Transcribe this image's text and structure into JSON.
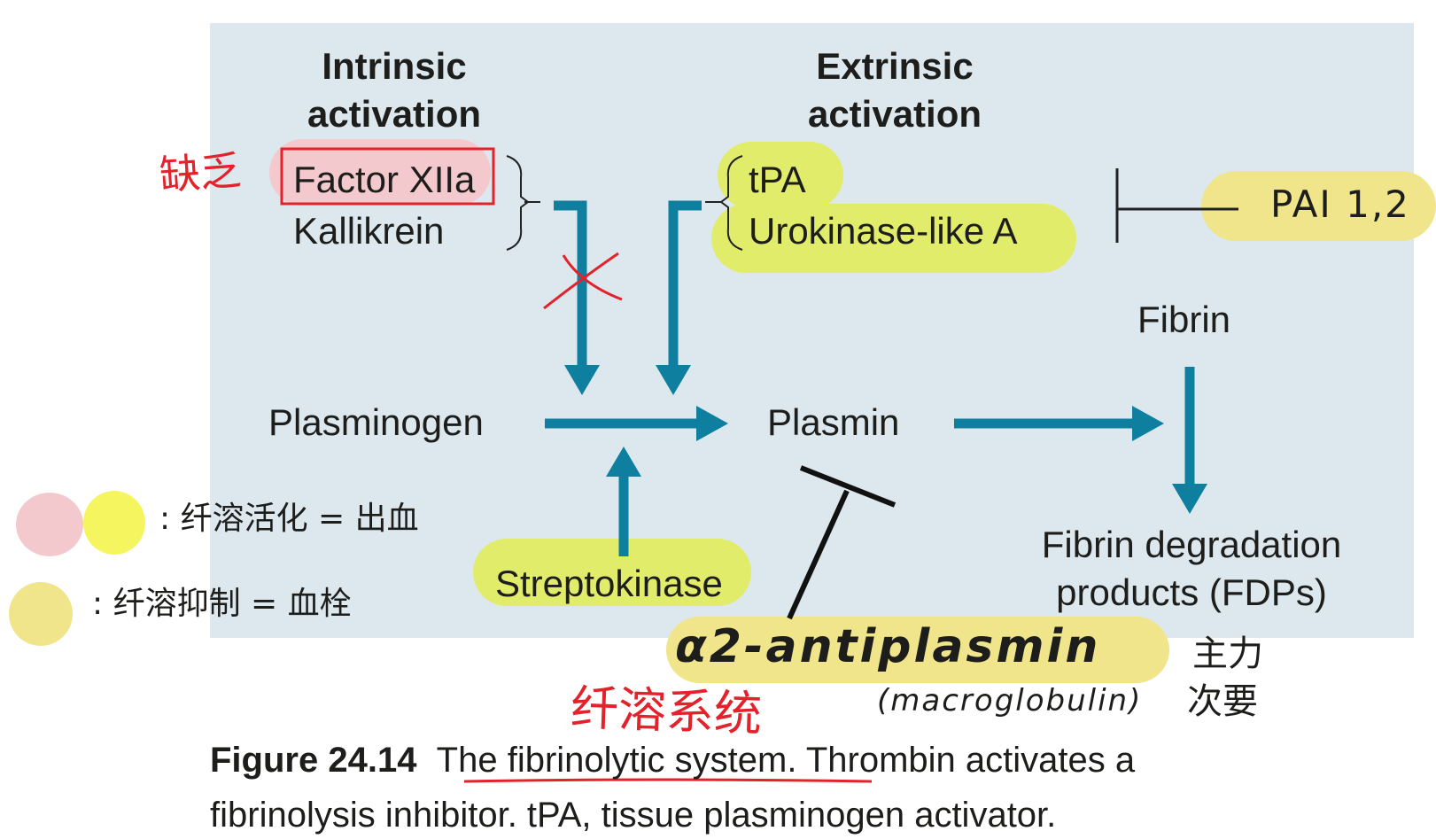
{
  "diagram": {
    "intrinsic_heading": [
      "Intrinsic",
      "activation"
    ],
    "extrinsic_heading": [
      "Extrinsic",
      "activation"
    ],
    "factor_xiia": "Factor XIIa",
    "kallikrein": "Kallikrein",
    "tpa": "tPA",
    "urokinase": "Urokinase-like A",
    "plasminogen": "Plasminogen",
    "plasmin": "Plasmin",
    "fibrin": "Fibrin",
    "fdp": [
      "Fibrin degradation",
      "products (FDPs)"
    ],
    "streptokinase": "Streptokinase"
  },
  "annotations": {
    "deficiency": "缺乏",
    "pai": "PAI 1,2",
    "antiplasmin": "α2-antiplasmin",
    "main_role": "主力",
    "macroglobulin": "(macroglobulin)",
    "secondary_role": "次要",
    "system_label": "纤溶系统",
    "legend_activation": ": 纤溶活化 = 出血",
    "legend_inhibition": ": 纤溶抑制 = 血栓"
  },
  "caption": {
    "figure_number": "Figure 24.14",
    "title": "The fibrinolytic system",
    "text_line1_rest": ". Thrombin activates a",
    "text_line2": "fibrinolysis inhibitor. tPA, tissue plasminogen activator."
  },
  "colors": {
    "panel": "#dce8ed",
    "arrow": "#0f7fa0",
    "highlight_yellow": "#e2ec6b",
    "highlight_gold": "#f0e58a",
    "highlight_pink": "#f3c9cd",
    "annotation_red": "#e3222b"
  }
}
